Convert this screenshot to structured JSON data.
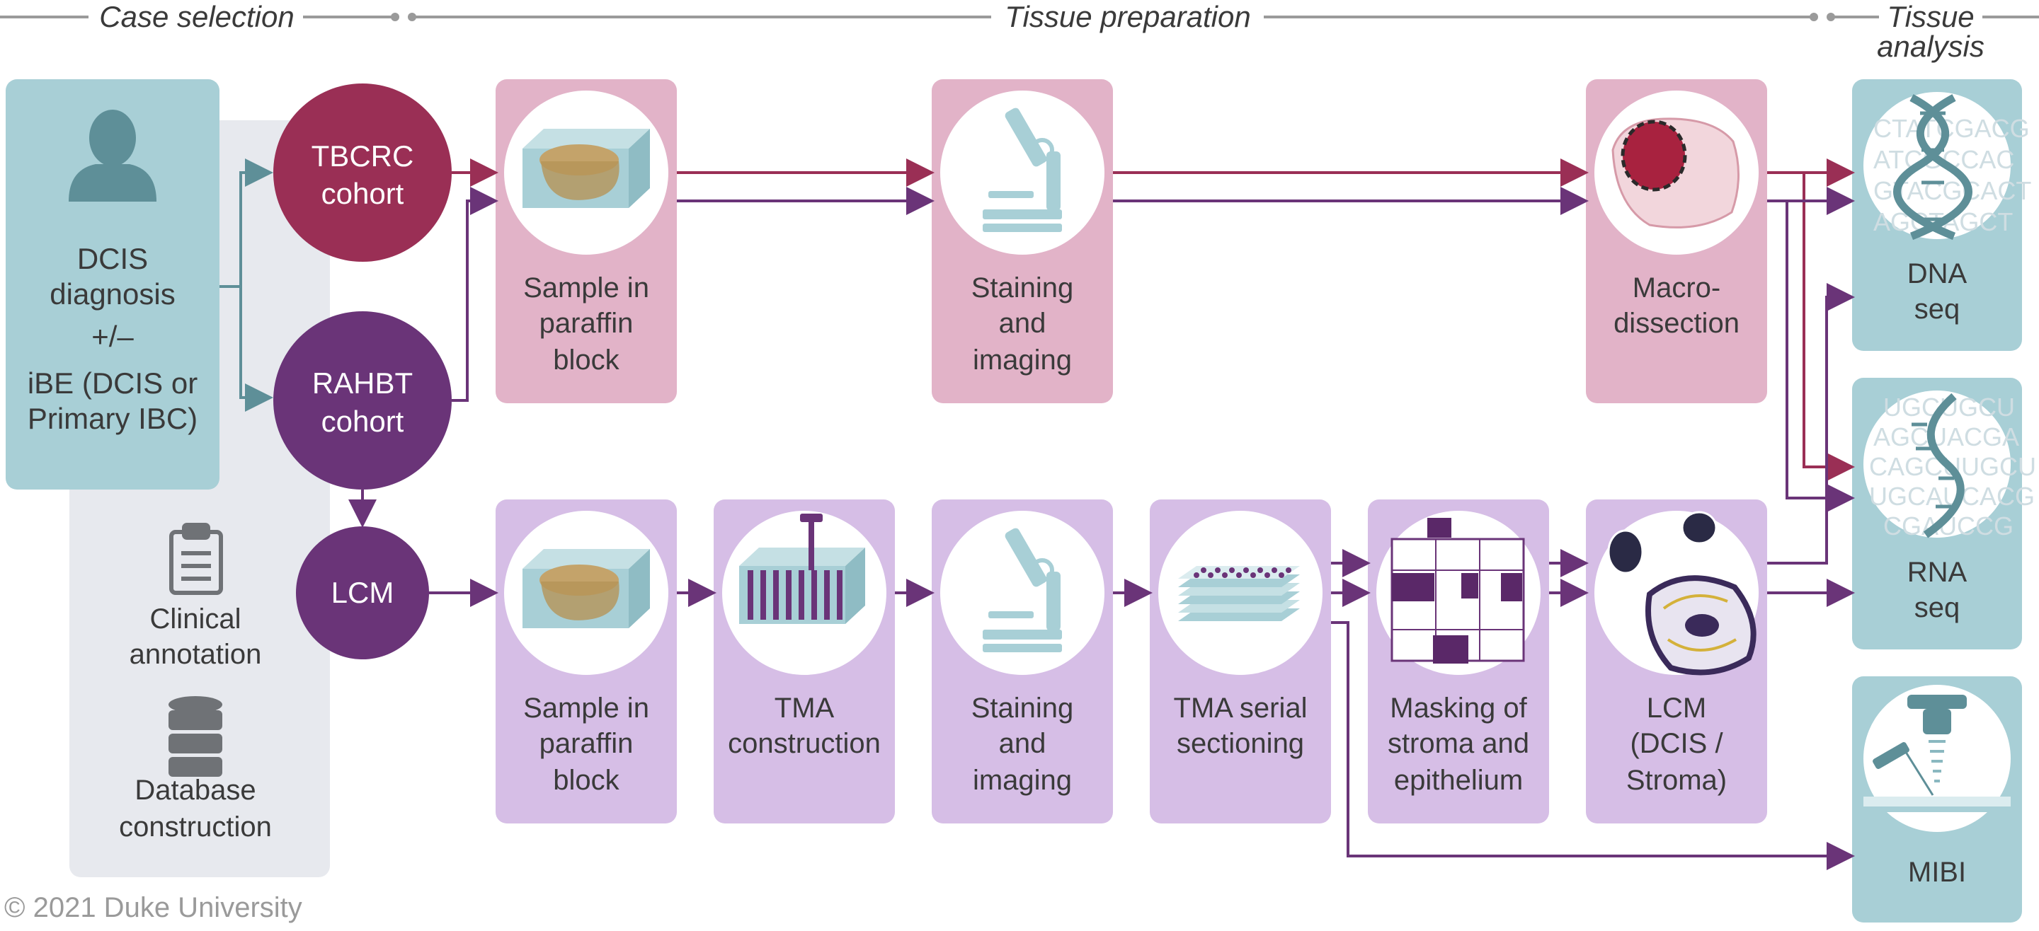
{
  "sections": {
    "case_selection": "Case selection",
    "tissue_preparation": "Tissue preparation",
    "tissue_analysis_1": "Tissue",
    "tissue_analysis_2": "analysis"
  },
  "diagnosis": [
    "DCIS",
    "diagnosis",
    "+/–",
    "iBE (DCIS or",
    "Primary IBC)"
  ],
  "cohorts": {
    "tbcrc": [
      "TBCRC",
      "cohort"
    ],
    "rahbt": [
      "RAHBT",
      "cohort"
    ],
    "lcm": "LCM"
  },
  "sidebar": {
    "clinical": [
      "Clinical",
      "annotation"
    ],
    "database": [
      "Database",
      "construction"
    ]
  },
  "top_steps": {
    "sample": [
      "Sample in",
      "paraffin",
      "block"
    ],
    "staining": [
      "Staining",
      "and",
      "imaging"
    ],
    "macro": [
      "Macro-",
      "dissection"
    ]
  },
  "bottom_steps": {
    "sample": [
      "Sample in",
      "paraffin",
      "block"
    ],
    "tma": [
      "TMA",
      "construction"
    ],
    "staining": [
      "Staining",
      "and",
      "imaging"
    ],
    "serial": [
      "TMA serial",
      "sectioning"
    ],
    "masking": [
      "Masking of",
      "stroma and",
      "epithelium"
    ],
    "lcm": [
      "LCM",
      "(DCIS /",
      "Stroma)"
    ]
  },
  "analysis": {
    "dna": [
      "DNA",
      "seq"
    ],
    "rna": [
      "RNA",
      "seq"
    ],
    "mibi": "MIBI"
  },
  "dna_letters": [
    "CTATCGACG",
    "ATCGCCAC",
    "GTACGCACT",
    "AGCTAGCT"
  ],
  "rna_letters": [
    "UGCUGCU",
    "AGCUACGA",
    "CAGCUUGCU",
    "UGCAUCACG",
    "CGAUCCG"
  ],
  "copyright": "© 2021 Duke University",
  "colors": {
    "teal": "#a8cfd6",
    "teal_dark": "#5e8f98",
    "pink": "#e2b3c8",
    "lavender": "#d6bee6",
    "crimson": "#9a2f55",
    "purple": "#6a3478",
    "gray_panel": "#e7e9ee"
  }
}
